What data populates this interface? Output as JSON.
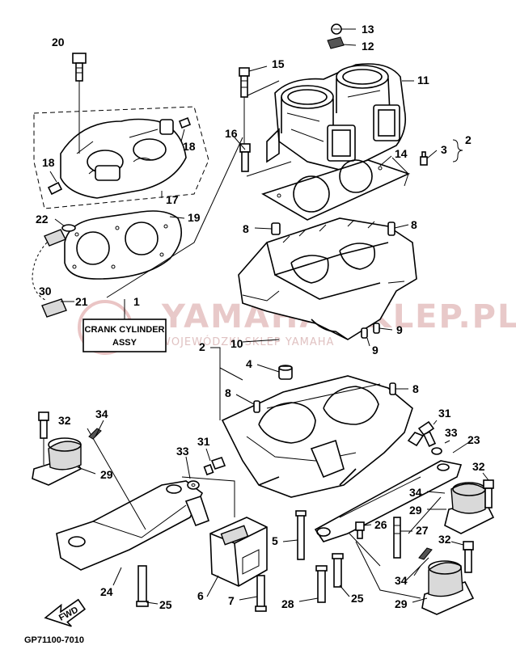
{
  "diagram": {
    "footer_code": "GP71100-7010",
    "assy_box": {
      "number": "1",
      "line1": "CRANK CYLINDER",
      "line2": "ASSY"
    },
    "fwd_label": "FWD",
    "bracket_parts": [
      "3",
      "2"
    ],
    "watermark": {
      "big": "YAMAHA-SKLEP.PL",
      "small": "WOJEWÓDZKI SKLEP YAMAHA"
    },
    "callouts": [
      "20",
      "13",
      "12",
      "15",
      "11",
      "18",
      "16",
      "3",
      "2",
      "14",
      "18",
      "17",
      "22",
      "19",
      "8",
      "8",
      "30",
      "21",
      "1",
      "10",
      "9",
      "9",
      "2",
      "4",
      "8",
      "8",
      "31",
      "34",
      "32",
      "33",
      "23",
      "31",
      "33",
      "29",
      "32",
      "34",
      "29",
      "26",
      "27",
      "5",
      "32",
      "24",
      "6",
      "34",
      "7",
      "28",
      "25",
      "25",
      "29"
    ]
  }
}
